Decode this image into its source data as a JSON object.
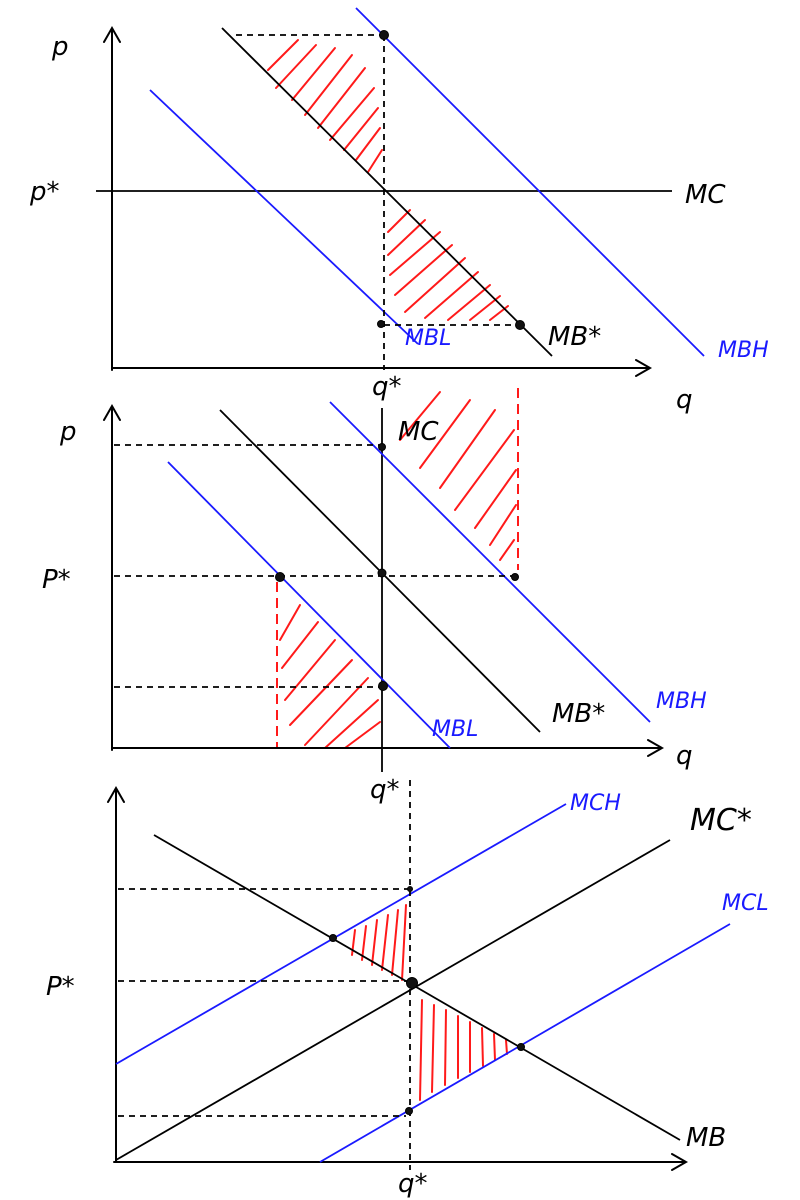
{
  "panel1": {
    "y_axis": "p",
    "x_axis": "q",
    "price_label": "p*",
    "quantity_label": "q*",
    "mc_label": "MC",
    "mb_star_label": "MB*",
    "mb_low_label": "MBL",
    "mb_high_label": "MBH"
  },
  "panel2": {
    "y_axis": "p",
    "x_axis": "q",
    "price_label": "P*",
    "quantity_label": "q*",
    "mc_label": "MC",
    "mb_star_label": "MB*",
    "mb_low_label": "MBL",
    "mb_high_label": "MBH"
  },
  "panel3": {
    "price_label": "P*",
    "quantity_label": "q*",
    "mc_star_label": "MC*",
    "mc_high_label": "MCH",
    "mc_low_label": "MCL",
    "mb_label": "MB"
  },
  "colors": {
    "curve_black": "#000000",
    "curve_blue": "#1a1aff",
    "hatch_red": "#ff1a1a"
  }
}
